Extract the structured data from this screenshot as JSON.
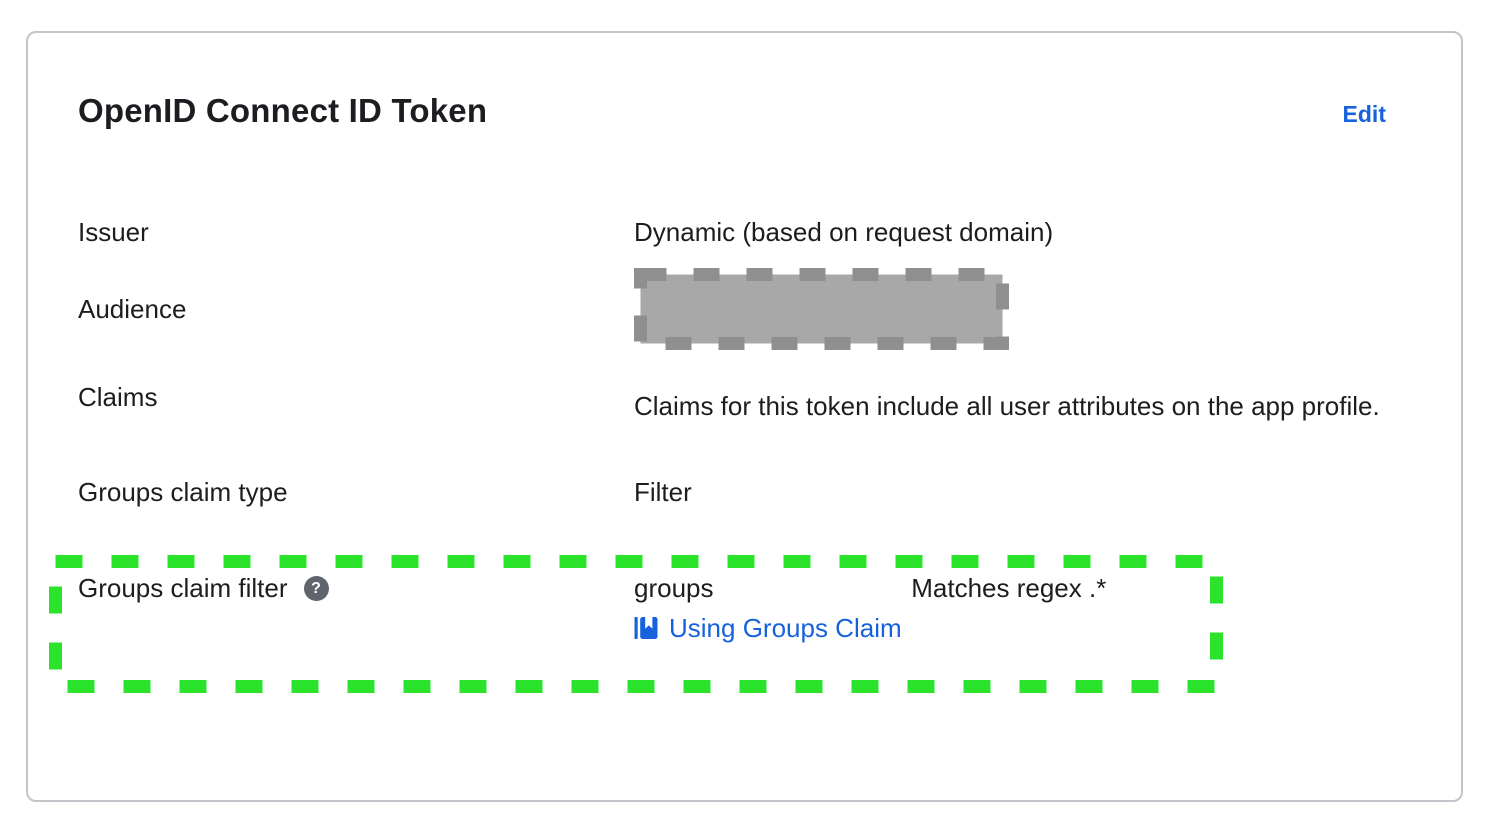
{
  "panel": {
    "title": "OpenID Connect ID Token",
    "edit_label": "Edit"
  },
  "rows": {
    "issuer": {
      "label": "Issuer",
      "value": "Dynamic (based on request domain)"
    },
    "audience": {
      "label": "Audience",
      "redacted": true
    },
    "claims": {
      "label": "Claims",
      "value": "Claims for this token include all user attributes on the app profile."
    },
    "groups_claim_type": {
      "label": "Groups claim type",
      "value": "Filter"
    },
    "groups_claim_filter": {
      "label": "Groups claim filter",
      "help_glyph": "?",
      "claim_name": "groups",
      "match_rule": "Matches regex .*",
      "doc_link_label": "Using Groups Claim"
    }
  },
  "icons": {
    "help": "question-mark-icon",
    "doc_link": "book-icon"
  },
  "colors": {
    "text": "#1d1d21",
    "link_blue": "#1662dd",
    "highlight_green": "#2be32b",
    "redaction_fill": "#a8a8a8",
    "redaction_border": "#8f8f8f",
    "card_border": "#c4c4cb",
    "help_icon_bg": "#60646c"
  }
}
